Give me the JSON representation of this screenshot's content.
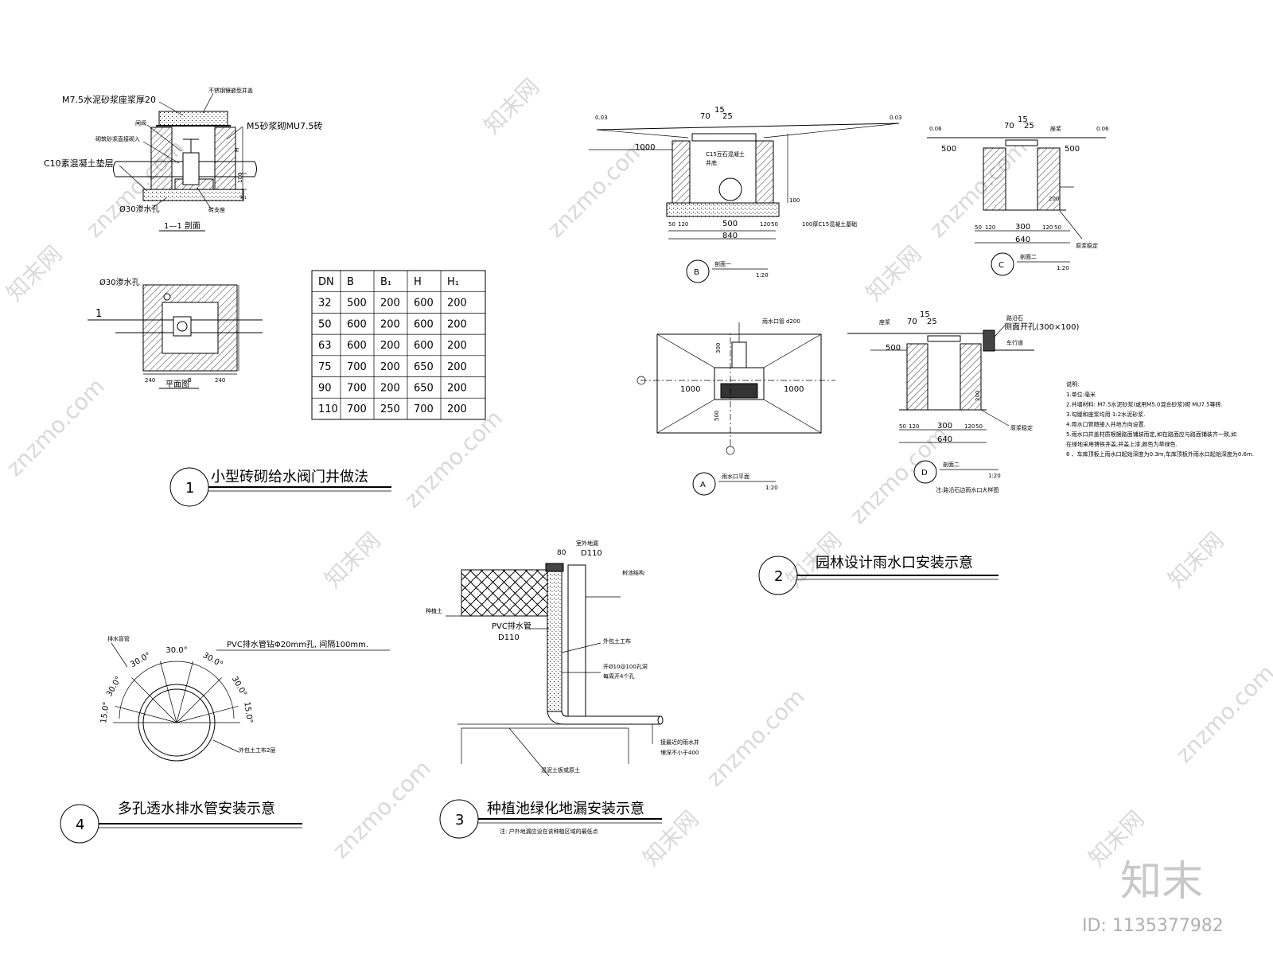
{
  "detail1": {
    "label_m75": "M7.5水泥砂浆座浆厚20",
    "label_cover": "不锈钢镶嵌型井盖",
    "label_valve": "闸阀",
    "label_m5": "M5砂浆砌MU7.5砖",
    "label_pipe_in": "砌筑砂浆直接砌入",
    "label_c10": "C10素混凝土垫层",
    "label_hole": "Ø30渗水孔",
    "label_support": "砖支座",
    "section_title": "1—1 剖面",
    "plan_hole": "Ø30渗水孔",
    "plan_title": "平面图",
    "dim_240a": "240",
    "dim_b": "B",
    "dim_240b": "240",
    "dim_h": "H",
    "dim_100": "100",
    "dim_h1": "H₁",
    "cut_mark": "1",
    "title": "小型砖砌给水阀门井做法",
    "number": "1"
  },
  "table": {
    "headers": [
      "DN",
      "B",
      "B₁",
      "H",
      "H₁"
    ],
    "rows": [
      [
        "32",
        "500",
        "200",
        "600",
        "200"
      ],
      [
        "50",
        "600",
        "200",
        "600",
        "200"
      ],
      [
        "63",
        "600",
        "200",
        "600",
        "200"
      ],
      [
        "75",
        "700",
        "200",
        "650",
        "200"
      ],
      [
        "90",
        "700",
        "200",
        "650",
        "200"
      ],
      [
        "110",
        "700",
        "250",
        "700",
        "200"
      ]
    ]
  },
  "detail2": {
    "b_elev_left": "0.03",
    "b_elev_right": "0.03",
    "b_dim_70": "70",
    "b_dim_15": "15",
    "b_dim_25": "25",
    "b_dim_1000": "1000",
    "b_c15": "C15豆石混凝土",
    "b_bottom": "井底",
    "b_dim_50a": "50",
    "b_dim_120a": "120",
    "b_dim_500": "500",
    "b_dim_120b": "120",
    "b_dim_50b": "50",
    "b_dim_840": "840",
    "b_dim_100": "100",
    "b_base": "100厚C15混凝土基础",
    "b_letter": "B",
    "b_title": "剖面一",
    "b_scale": "1:20",
    "c_elev_left": "0.06",
    "c_elev_right": "0.06",
    "c_dim_70": "70",
    "c_dim_15": "15",
    "c_dim_25": "25",
    "c_label_seat": "座浆",
    "c_dim_500a": "500",
    "c_dim_500b": "500",
    "c_dim_200": "200",
    "c_dim_50a": "50",
    "c_dim_120a": "120",
    "c_dim_300": "300",
    "c_dim_120b": "120",
    "c_dim_50b": "50",
    "c_dim_640": "640",
    "c_label_fix": "原浆稳定",
    "c_letter": "C",
    "c_title": "剖面二",
    "c_scale": "1:20",
    "a_pipe": "雨水口管",
    "a_d200": "d200",
    "a_dim_300": "300",
    "a_dim_1000a": "1000",
    "a_dim_1000b": "1000",
    "a_dim_500": "500",
    "a_letter": "A",
    "a_title": "雨水口平面",
    "a_scale": "1:20",
    "d_seat": "座浆",
    "d_dim_70": "70",
    "d_dim_15": "15",
    "d_dim_25": "25",
    "d_curb": "路沿石",
    "d_side": "侧面开孔(300×100)",
    "d_road": "车行道",
    "d_dim_500": "500",
    "d_dim_200": "200",
    "d_fix": "原浆稳定",
    "d_dim_50a": "50",
    "d_dim_120a": "120",
    "d_dim_300": "300",
    "d_dim_120b": "120",
    "d_dim_50b": "50",
    "d_dim_640": "640",
    "d_letter": "D",
    "d_title": "剖面二",
    "d_scale": "1:20",
    "d_note": "注:路沿石边雨水口大样图",
    "notes_head": "说明:",
    "notes": [
      "1.单位:毫米",
      "2.井墙材料: M7.5水泥砂浆(或用M5.0混合砂浆)砌 MU7.5等砖.",
      "3.勾缝和座浆均用 1:2水泥砂浆.",
      "4.雨水口管随接入井地方向设置.",
      "5.雨水口井盖材质根据路面铺装而定,如在路面应与路面铺装齐一致,如",
      "在绿地采用铸铁井盖,井盖上漆,颜色为草绿色.",
      "6 、车库顶板上雨水口起始深度为0.3m,车库顶板外雨水口起始深度为0.6m."
    ],
    "title": "园林设计雨水口安装示意",
    "number": "2"
  },
  "detail3": {
    "dim_80": "80",
    "label_drain": "室外地漏",
    "label_d110a": "D110",
    "label_soil": "种植土",
    "label_struct": "树池结构",
    "label_pvc": "PVC排水管",
    "label_d110b": "D110",
    "label_cloth": "外包土工布",
    "label_holes": "开Ø10@100孔洞",
    "label_holes2": "每周开4个孔",
    "label_connect": "接最近的雨水井",
    "label_depth": "埋深不小于400",
    "label_base": "混泥土板或原土",
    "title": "种植池绿化地漏安装示意",
    "note": "注: 户外地漏应设在该种植区域的最低点",
    "number": "3"
  },
  "detail4": {
    "label_pipe": "排水盲管",
    "label_pvc": "PVC排水管钻Φ20mm孔, 间隔100mm.",
    "label_cloth": "外包土工布2层",
    "angles": [
      "15.0°",
      "30.0°",
      "30.0°",
      "30.0°",
      "30.0°",
      "30.0°",
      "15.0°"
    ],
    "title": "多孔透水排水管安装示意",
    "number": "4"
  },
  "watermark": {
    "site": "znzmo.com",
    "brand_cn": "知末网",
    "logo": "知末",
    "id": "ID: 1135377982"
  }
}
